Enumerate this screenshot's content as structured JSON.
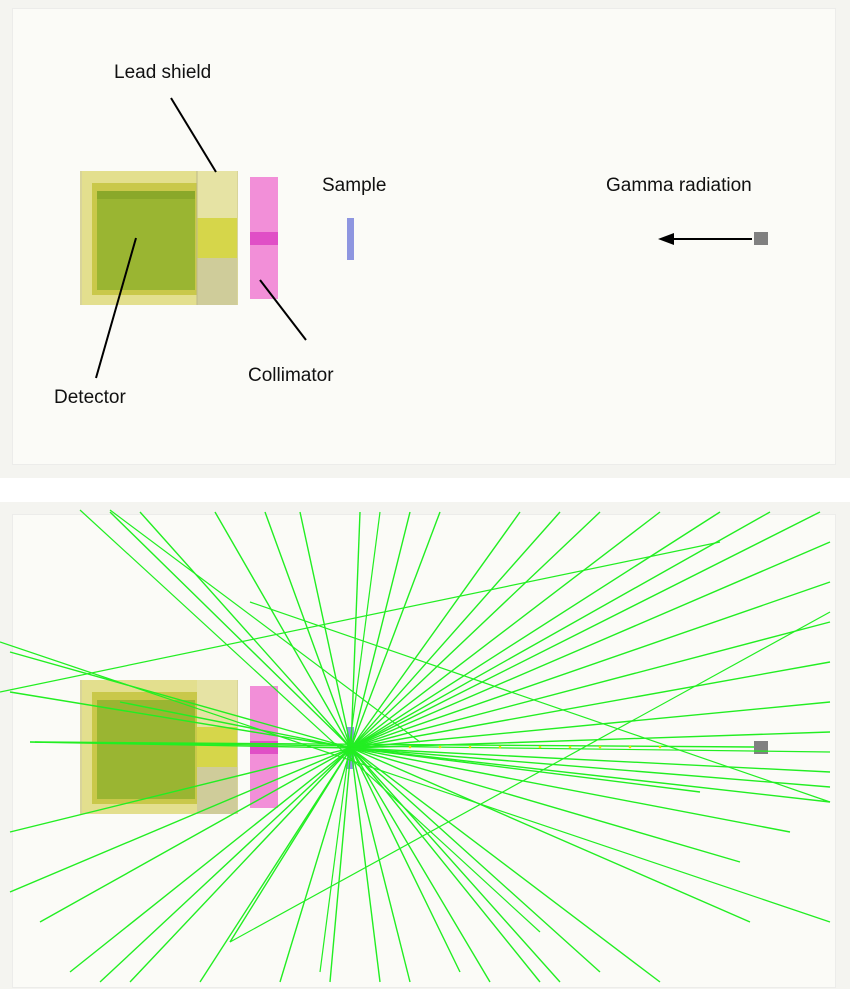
{
  "labels": {
    "lead_shield": "Lead shield",
    "sample": "Sample",
    "gamma_radiation": "Gamma radiation",
    "detector": "Detector",
    "collimator": "Collimator"
  },
  "colors": {
    "background": "#fbfbf7",
    "detector_housing": "#e3e18f",
    "detector_crystal": "#9fbc2e",
    "collimator": "#f28fd8",
    "collimator_slit": "#e04fc6",
    "sample": "#8e96e0",
    "source": "#808080",
    "gamma_rays": "#22ee22"
  }
}
